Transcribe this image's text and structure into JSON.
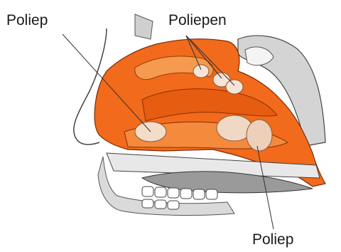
{
  "labels": {
    "polyp_top_left": "Poliep",
    "polyps_top": "Poliepen",
    "polyp_bottom": "Poliep"
  },
  "colors": {
    "tissue": "#f26a1b",
    "tissue_light": "#f7a35c",
    "tissue_dark": "#c84a0e",
    "polyp": "#f3dcc8",
    "bone": "#d7d7d7",
    "outline": "#3a3a3a"
  }
}
